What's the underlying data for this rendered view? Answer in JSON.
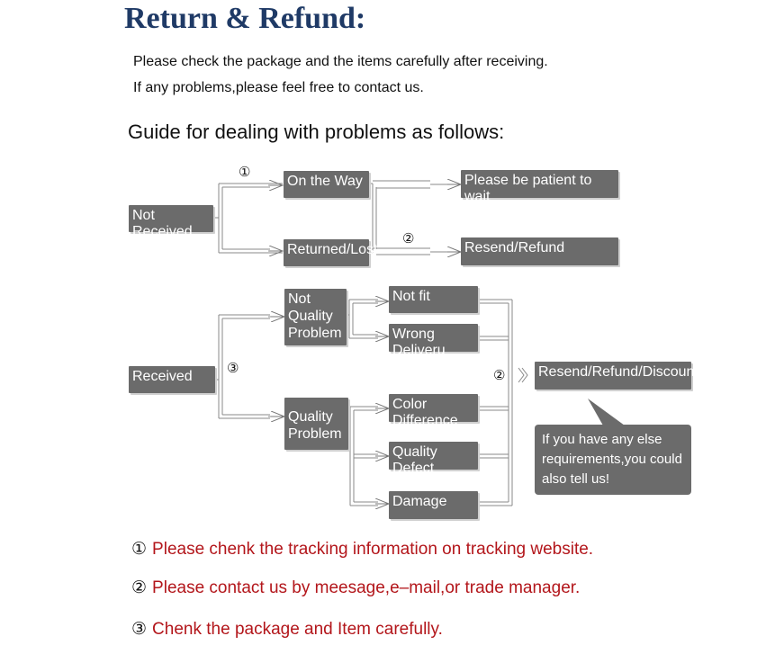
{
  "title": "Return & Refund:",
  "intro": [
    "Please check the package and the items carefully after receiving.",
    "If any problems,please feel free to contact us."
  ],
  "guide_heading": "Guide for dealing with problems as follows:",
  "nodes": {
    "not_received": "Not Received",
    "on_the_way": "On the Way",
    "returned_lost": "Returned/Lost",
    "patient_wait": "Please be patient to wait",
    "resend_refund": "Resend/Refund",
    "received": "Received",
    "not_quality_problem": [
      "Not",
      "Quality",
      "Problem"
    ],
    "quality_problem": [
      "Quality",
      "Problem"
    ],
    "not_fit": "Not fit",
    "wrong_deliveru": "Wrong Deliveru",
    "color_difference": "Color Difference",
    "quality_defect": "Quality Defect",
    "damage": "Damage",
    "resend_refund_discount": "Resend/Refund/Discount"
  },
  "markers": {
    "one": "①",
    "two": "②",
    "three": "③"
  },
  "bubble": [
    "If you have any else",
    "requirements,you could",
    "also tell us!"
  ],
  "notes": [
    {
      "num": "①",
      "text": "Please chenk the tracking information on tracking website."
    },
    {
      "num": "②",
      "text": "Please contact us by meesage,e–mail,or trade manager."
    },
    {
      "num": "③",
      "text": "Chenk the package and Item carefully."
    }
  ]
}
